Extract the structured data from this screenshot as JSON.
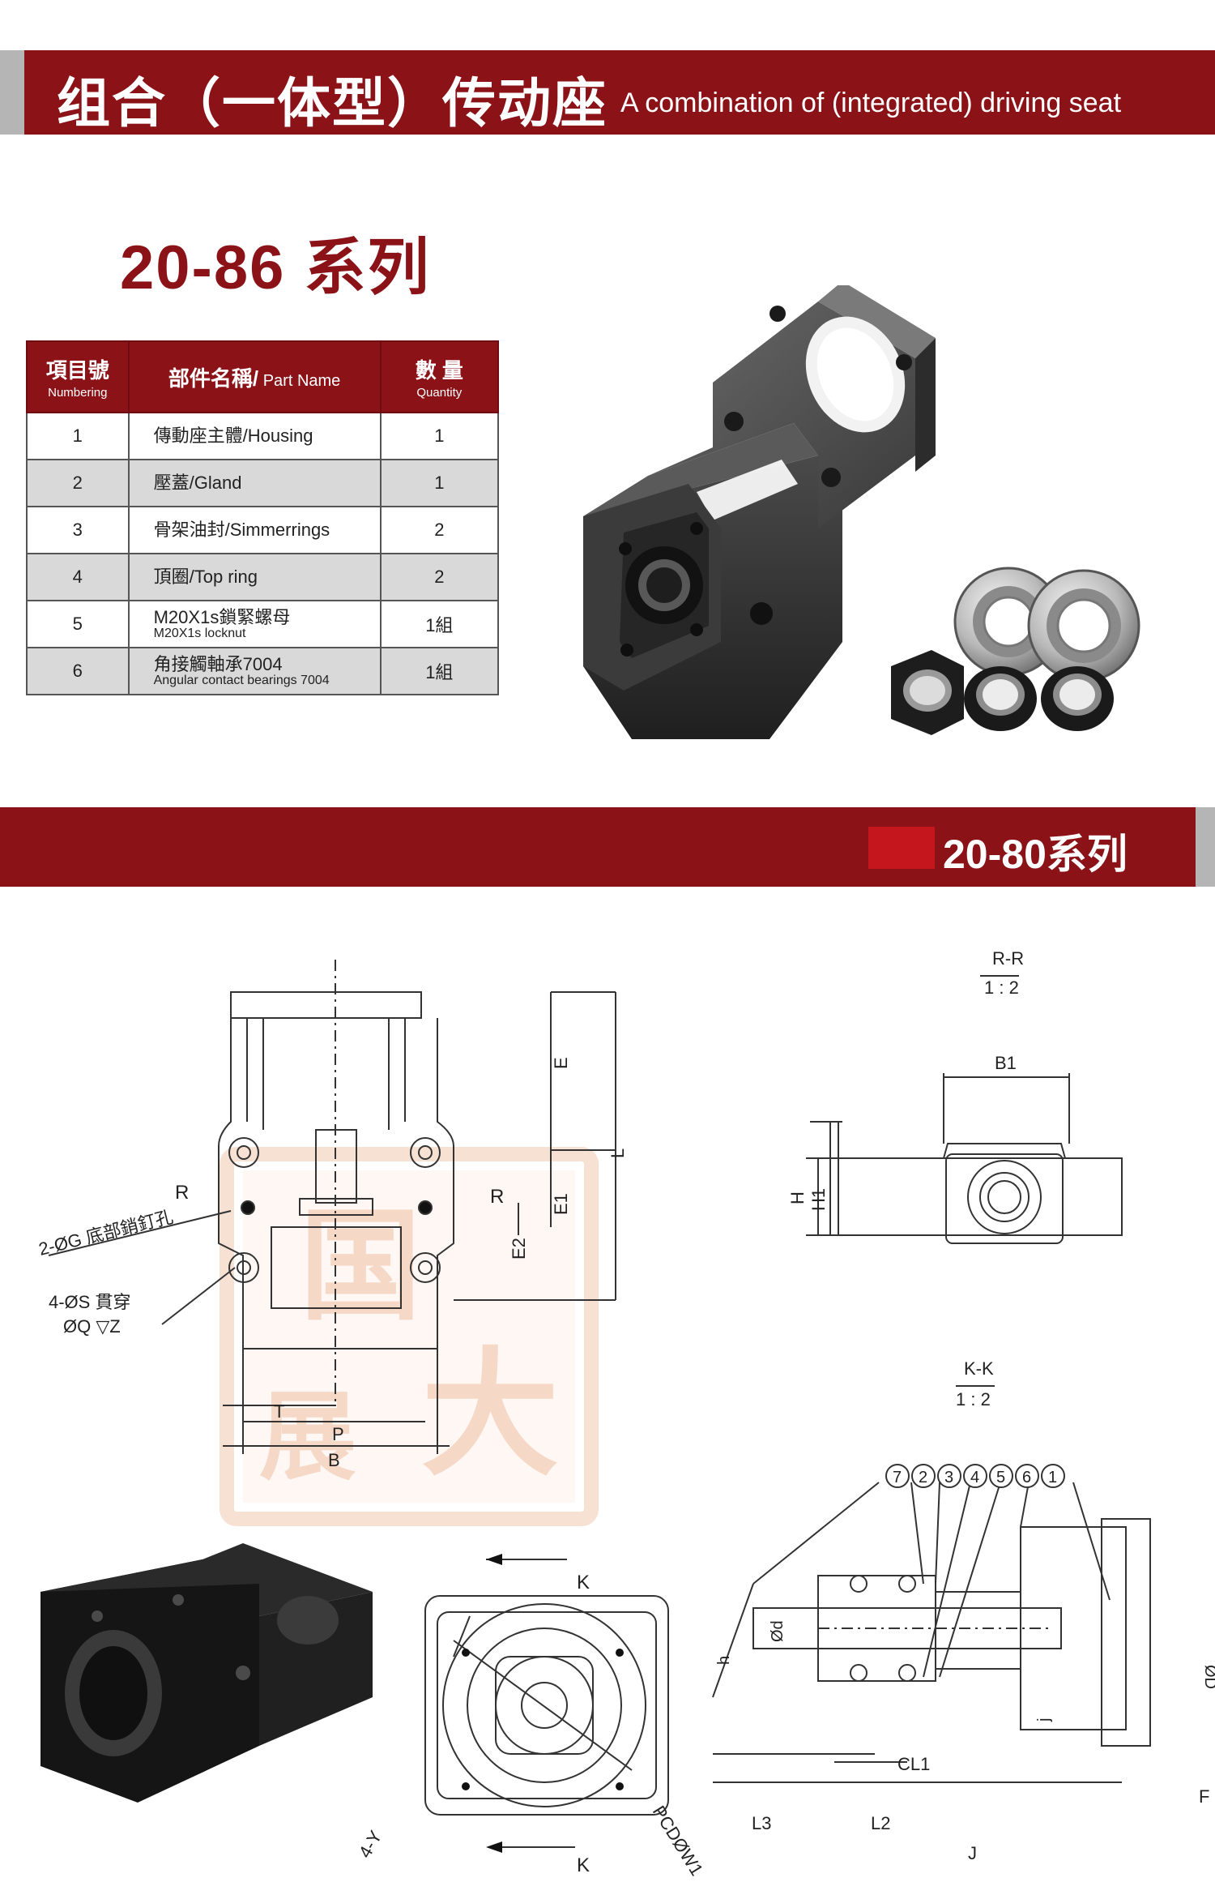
{
  "header": {
    "title_cn": "组合（一体型）传动座",
    "title_en": "A combination of (integrated) driving seat"
  },
  "series_title": "20-86 系列",
  "parts_table": {
    "headers": {
      "number_cn": "項目號",
      "number_en": "Numbering",
      "name_cn": "部件名稱/",
      "name_en": " Part Name",
      "qty_cn": "數 量",
      "qty_en": "Quantity"
    },
    "rows": [
      {
        "num": "1",
        "name": "傳動座主體/Housing",
        "sub": "",
        "qty": "1"
      },
      {
        "num": "2",
        "name": "壓蓋/Gland",
        "sub": "",
        "qty": "1"
      },
      {
        "num": "3",
        "name": "骨架油封/Simmerrings",
        "sub": "",
        "qty": "2"
      },
      {
        "num": "4",
        "name": "頂圈/Top ring",
        "sub": "",
        "qty": "2"
      },
      {
        "num": "5",
        "name": "M20X1s鎖緊螺母",
        "sub": "M20X1s locknut",
        "qty": "1組"
      },
      {
        "num": "6",
        "name": "角接觸軸承7004",
        "sub": "Angular contact bearings 7004",
        "qty": "1組"
      }
    ]
  },
  "section_banner": {
    "label": "20-80系列"
  },
  "drawing_labels": {
    "front": {
      "E": "E",
      "L": "L",
      "E1": "E1",
      "E2": "E2",
      "R_left": "R",
      "R_right": "R",
      "pin_hole": "2-ØG 底部銷釘孔",
      "bolt_holes_1": "4-ØS 貫穿",
      "bolt_holes_2": "ØQ ▽Z",
      "T": "T",
      "P": "P",
      "B": "B"
    },
    "section_rr": {
      "title": "R-R",
      "scale": "1 : 2",
      "B1": "B1",
      "H": "H",
      "H1": "H1"
    },
    "section_kk": {
      "title": "K-K",
      "scale": "1 : 2",
      "balloons": [
        "7",
        "2",
        "3",
        "4",
        "5",
        "6",
        "1"
      ],
      "d": "Ød",
      "h": "h",
      "CL1": "CL1",
      "J": "J",
      "j": "j",
      "L2": "L2",
      "L3": "L3",
      "F": "F",
      "D": "ØD"
    },
    "end_view": {
      "K_top": "K",
      "K_bottom": "K",
      "Y": "4-Y",
      "PCD": "PCDØW1"
    }
  },
  "colors": {
    "brand_red": "#8b1318",
    "swatch_red": "#c4161c",
    "grey_band": "#b5b5b5",
    "table_alt": "#d9d9d9",
    "stamp": "#f2c9b0"
  }
}
